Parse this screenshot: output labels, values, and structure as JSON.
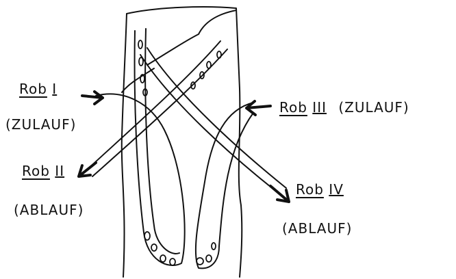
{
  "labels": {
    "rob1": {
      "prefix": "Rob",
      "num": "I",
      "type": "(ZULAUF)"
    },
    "rob2": {
      "prefix": "Rob",
      "num": "II",
      "type": "(ABLAUF)"
    },
    "rob3": {
      "prefix": "Rob",
      "num": "III",
      "type": "(ZULAUF)"
    },
    "rob4": {
      "prefix": "Rob",
      "num": "IV",
      "type": "(ABLAUF)"
    }
  }
}
